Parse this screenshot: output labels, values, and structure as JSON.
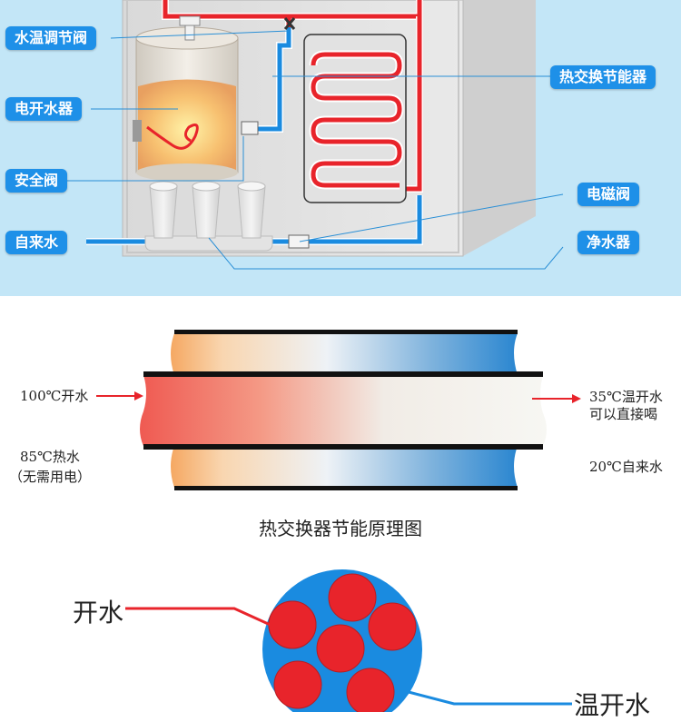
{
  "system_labels": {
    "temp_valve": "水温调节阀",
    "boiler": "电开水器",
    "safety_valve": "安全阀",
    "tap_water": "自来水",
    "heat_exchanger": "热交换节能器",
    "solenoid_valve": "电磁阀",
    "purifier": "净水器"
  },
  "principle": {
    "left_in": "100℃开水",
    "left_hot_line1": "85℃热水",
    "left_hot_line2": "（无需用电）",
    "right_out_line1": "35℃温开水",
    "right_out_line2": "可以直接喝",
    "right_in": "20℃自来水",
    "caption": "热交换器节能原理图"
  },
  "cross_section": {
    "boiling_label": "开水",
    "warm_label": "温开水"
  },
  "colors": {
    "sky": "#c3e6f7",
    "tag_blue": "#1e90e8",
    "hot_red": "#e8242b",
    "cold_blue": "#1a8be0"
  }
}
